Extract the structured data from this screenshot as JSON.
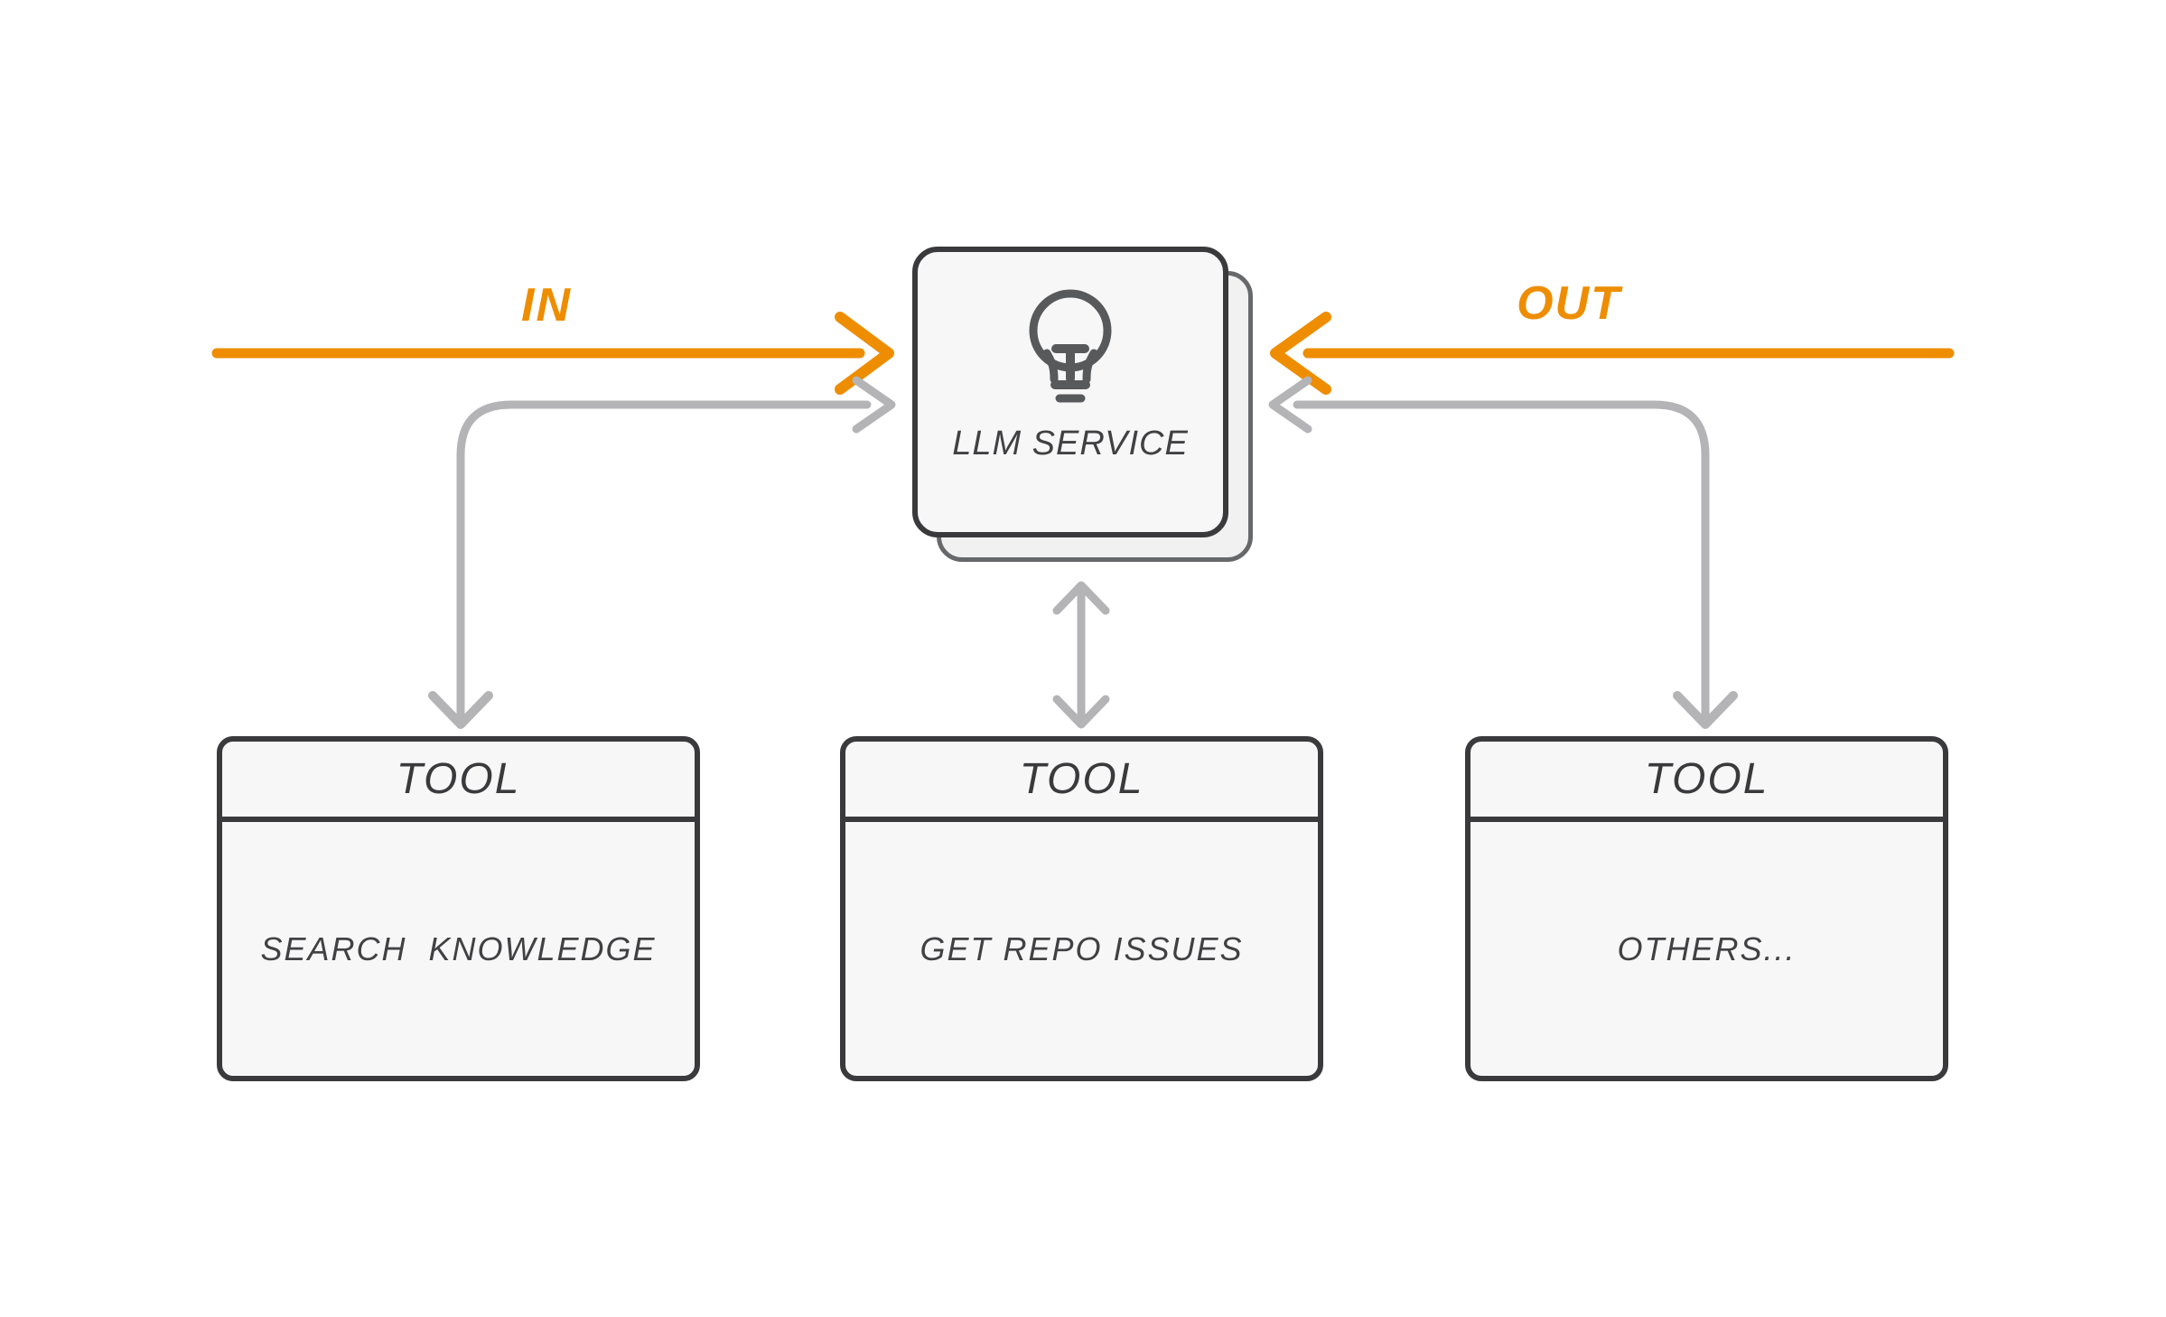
{
  "diagram": {
    "flow": {
      "in_label": "IN",
      "out_label": "OUT"
    },
    "llm_service": {
      "label": "LLM SERVICE",
      "icon": "lightbulb-icon"
    },
    "tools": [
      {
        "header": "TOOL",
        "name": "SEARCH  KNOWLEDGE"
      },
      {
        "header": "TOOL",
        "name": "GET REPO ISSUES"
      },
      {
        "header": "TOOL",
        "name": "OTHERS..."
      }
    ],
    "colors": {
      "accent_orange": "#EE8D00",
      "arrow_gray": "#B4B4B6",
      "box_border": "#3A3A3C",
      "box_fill": "#F7F7F8",
      "text": "#414042",
      "icon_gray": "#58595B"
    }
  }
}
